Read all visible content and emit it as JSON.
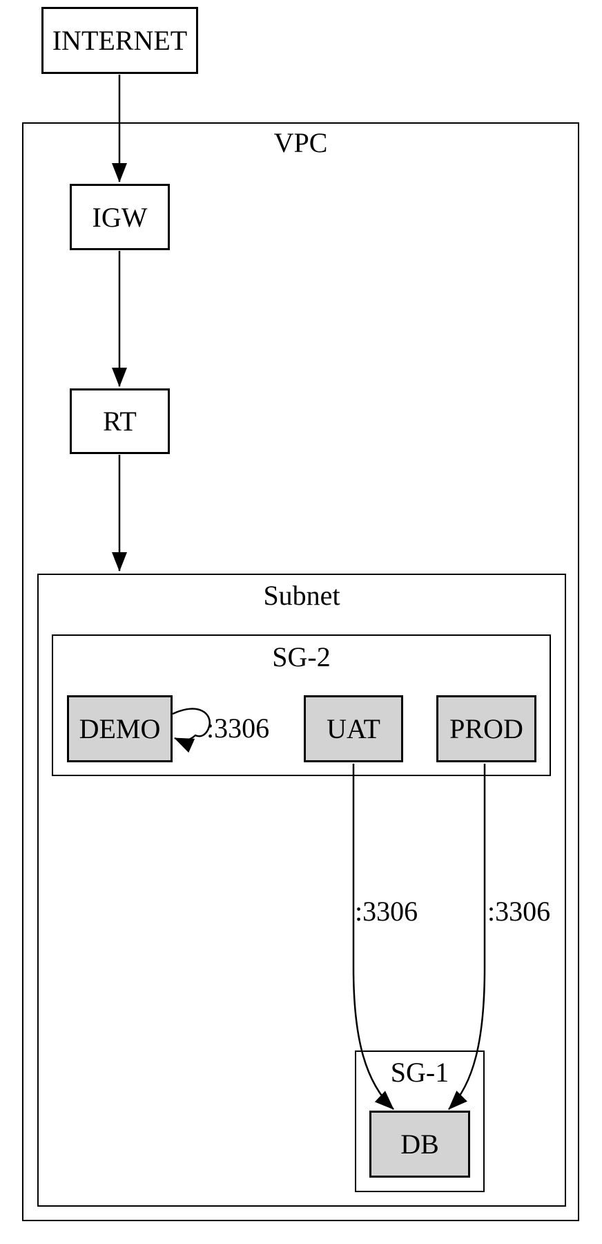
{
  "diagram": {
    "background_color": "#ffffff",
    "line_color": "#000000",
    "node_fill_gray": "#d3d3d3",
    "node_fill_white": "#ffffff"
  },
  "graph": {
    "clusters": [
      {
        "id": "vpc",
        "label": "VPC",
        "parent": null
      },
      {
        "id": "subnet",
        "label": "Subnet",
        "parent": "vpc"
      },
      {
        "id": "sg2",
        "label": "SG-2",
        "parent": "subnet"
      },
      {
        "id": "sg1",
        "label": "SG-1",
        "parent": "subnet"
      }
    ],
    "nodes": [
      {
        "id": "internet",
        "label": "INTERNET",
        "fill": "#ffffff",
        "cluster": null
      },
      {
        "id": "igw",
        "label": "IGW",
        "fill": "#ffffff",
        "cluster": "vpc"
      },
      {
        "id": "rt",
        "label": "RT",
        "fill": "#ffffff",
        "cluster": "vpc"
      },
      {
        "id": "demo",
        "label": "DEMO",
        "fill": "#d3d3d3",
        "cluster": "sg2"
      },
      {
        "id": "uat",
        "label": "UAT",
        "fill": "#d3d3d3",
        "cluster": "sg2"
      },
      {
        "id": "prod",
        "label": "PROD",
        "fill": "#d3d3d3",
        "cluster": "sg1"
      },
      {
        "id": "db",
        "label": "DB",
        "fill": "#d3d3d3",
        "cluster": "sg1"
      }
    ],
    "edges": [
      {
        "from": "internet",
        "to": "igw",
        "label": ""
      },
      {
        "from": "igw",
        "to": "rt",
        "label": ""
      },
      {
        "from": "rt",
        "to": "subnet",
        "label": ""
      },
      {
        "from": "demo",
        "to": "demo",
        "label": ":3306"
      },
      {
        "from": "uat",
        "to": "db",
        "label": ":3306"
      },
      {
        "from": "prod",
        "to": "db",
        "label": ":3306"
      }
    ]
  }
}
